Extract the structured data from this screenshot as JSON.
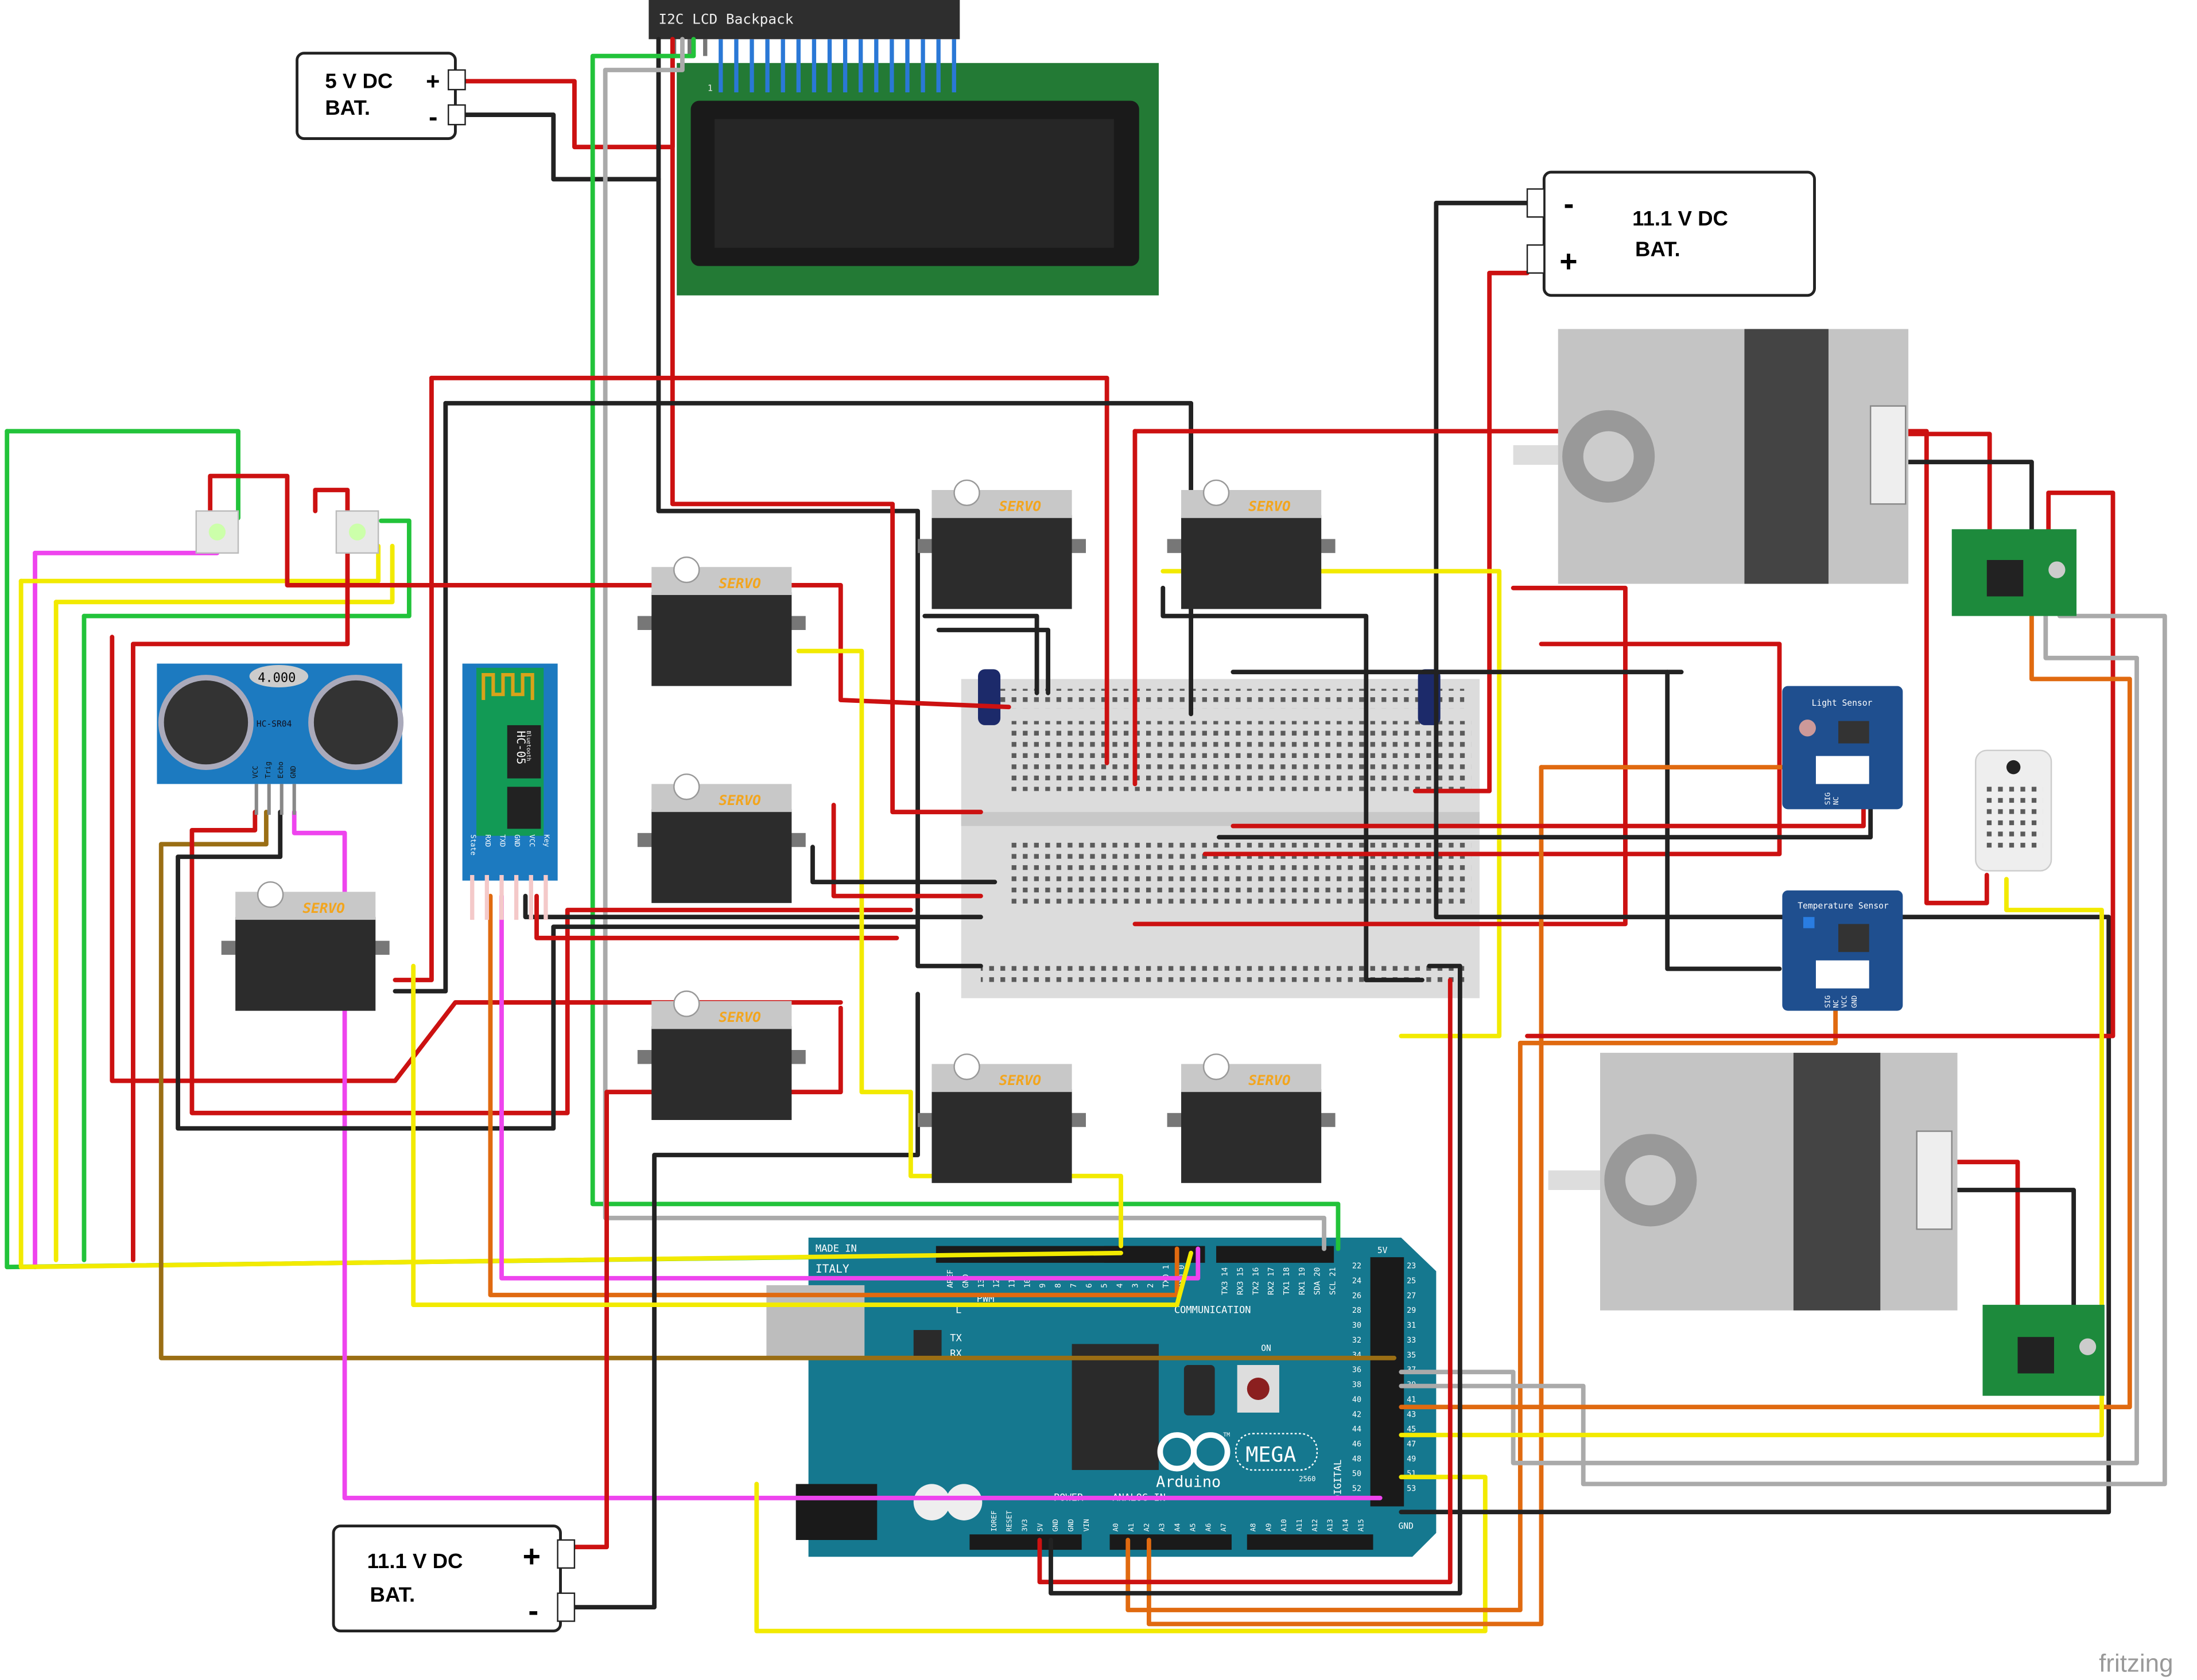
{
  "lcd": {
    "backpack_label": "I2C LCD Backpack",
    "pin1_label": "1"
  },
  "batteries": [
    {
      "voltage": "5 V DC",
      "label": "BAT.",
      "plus": "+",
      "minus": "-"
    },
    {
      "voltage": "11.1 V DC",
      "label": "BAT.",
      "plus": "+",
      "minus": "-"
    },
    {
      "voltage": "11.1 V DC",
      "label": "BAT.",
      "plus": "+",
      "minus": "-"
    }
  ],
  "ultrasonic": {
    "display": "4.000",
    "model": "HC-SR04",
    "pins": [
      "VCC",
      "Trig",
      "Echo",
      "GND"
    ]
  },
  "bluetooth": {
    "model": "HC-05",
    "subtitle": "Bluetooth",
    "pins": [
      "State",
      "RXD",
      "TXD",
      "GND",
      "VCC",
      "Key"
    ]
  },
  "servos": [
    {
      "label": "SERVO"
    },
    {
      "label": "SERVO"
    },
    {
      "label": "SERVO"
    },
    {
      "label": "SERVO"
    },
    {
      "label": "SERVO"
    },
    {
      "label": "SERVO"
    },
    {
      "label": "SERVO"
    },
    {
      "label": "SERVO"
    }
  ],
  "light_sensor": {
    "title": "Light Sensor",
    "pins": [
      "SIG",
      "NC"
    ]
  },
  "temperature_sensor": {
    "title": "Temperature Sensor",
    "pins": [
      "SIG",
      "NC",
      "VCC",
      "GND"
    ]
  },
  "arduino": {
    "made_in": "MADE IN",
    "italy": "ITALY",
    "pwm": "PWM",
    "communication": "COMMUNICATION",
    "l_led": "L",
    "tx": "TX",
    "rx": "RX",
    "on": "ON",
    "brand": "Arduino",
    "model": "MEGA",
    "chip": "2560",
    "tm": "TM",
    "power": "POWER",
    "analog_in": "ANALOG IN",
    "digital": "DIGITAL",
    "gnd": "GND",
    "five_v": "5V",
    "pwm_pins": [
      "AREF",
      "GND",
      "13",
      "12",
      "11",
      "10",
      "9",
      "8",
      "7",
      "6",
      "5",
      "4",
      "3",
      "2",
      "TX0 1",
      "RX0 0"
    ],
    "comm_pins": [
      "TX3 14",
      "RX3 15",
      "TX2 16",
      "RX2 17",
      "TX1 18",
      "RX1 19",
      "SDA 20",
      "SCL 21"
    ],
    "digital_left": [
      "22",
      "24",
      "26",
      "28",
      "30",
      "32",
      "34",
      "36",
      "38",
      "40",
      "42",
      "44",
      "46",
      "48",
      "50",
      "52"
    ],
    "digital_right": [
      "23",
      "25",
      "27",
      "29",
      "31",
      "33",
      "35",
      "37",
      "39",
      "41",
      "43",
      "45",
      "47",
      "49",
      "51",
      "53"
    ],
    "power_pins": [
      "IOREF",
      "RESET",
      "3V3",
      "5V",
      "GND",
      "GND",
      "VIN"
    ],
    "analog_pins": [
      "A0",
      "A1",
      "A2",
      "A3",
      "A4",
      "A5",
      "A6",
      "A7",
      "A8",
      "A9",
      "A10",
      "A11",
      "A12",
      "A13",
      "A14",
      "A15"
    ]
  },
  "watermark": "fritzing",
  "colors": {
    "arduino_board": "#15788f",
    "sensor_board": "#1f4f8f",
    "lcd_board": "#237a35",
    "driver_board": "#1d8a3c",
    "servo_label": "#f2a51e",
    "wire_red": "#cc1111",
    "wire_black": "#222222",
    "wire_yellow": "#f2ea00",
    "wire_green": "#22c33a",
    "wire_pink": "#ee44ee",
    "wire_orange": "#e06a10",
    "wire_brown": "#9a6e14",
    "wire_grey": "#aaaaaa"
  }
}
